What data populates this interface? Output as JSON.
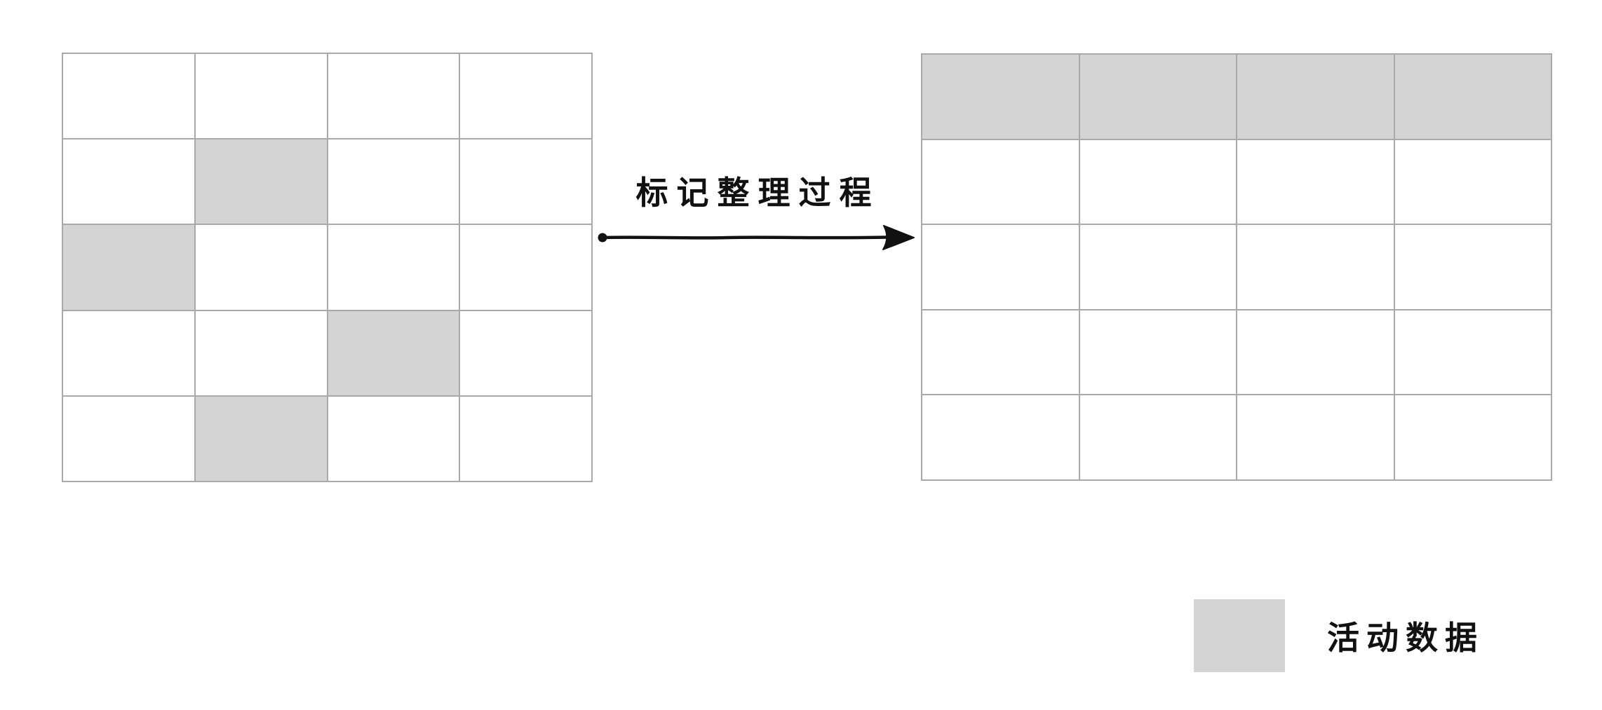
{
  "arrow": {
    "label": "标记整理过程",
    "direction": "right",
    "color": "#111111"
  },
  "legend": {
    "label": "活动数据",
    "swatch_color": "#d4d4d4"
  },
  "colors": {
    "background": "#ffffff",
    "active_cell_fill": "#d4d4d4",
    "inactive_cell_fill": "#ffffff",
    "grid_line": "#a9a9a9",
    "text": "#111111"
  },
  "source_grid": {
    "rows": 5,
    "cols": 4,
    "active_cells": [
      [
        1,
        1
      ],
      [
        2,
        0
      ],
      [
        3,
        2
      ],
      [
        4,
        1
      ]
    ]
  },
  "result_grid": {
    "rows": 5,
    "cols": 4,
    "active_cells": [
      [
        0,
        0
      ],
      [
        0,
        1
      ],
      [
        0,
        2
      ],
      [
        0,
        3
      ]
    ]
  }
}
